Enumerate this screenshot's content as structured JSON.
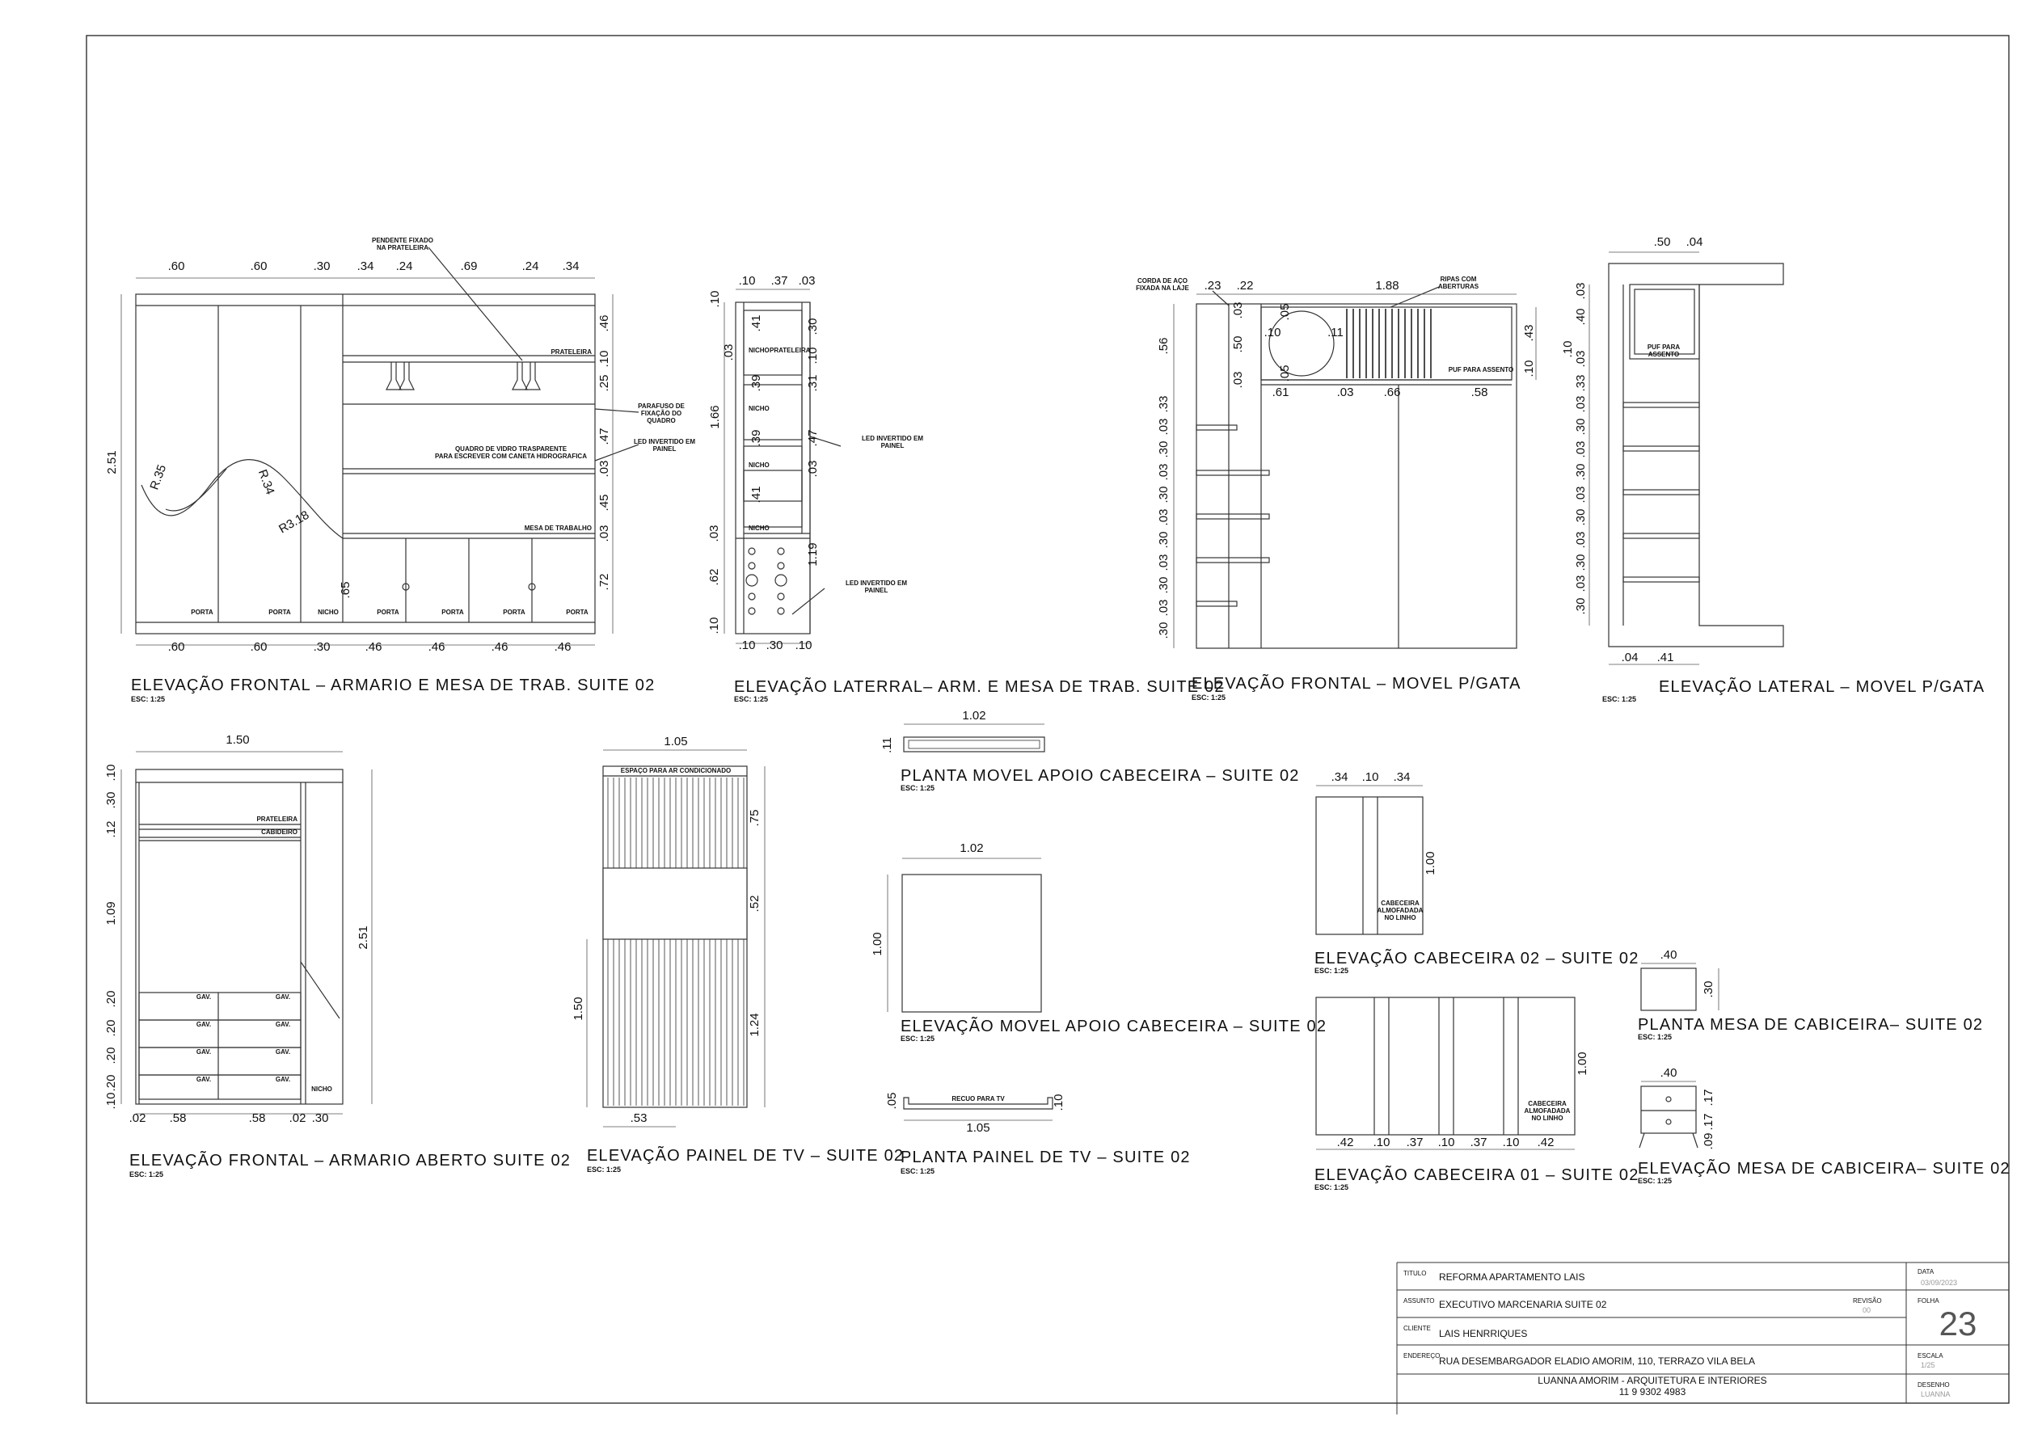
{
  "titles": {
    "front_wardrobe": "ELEVAÇÃO FRONTAL – ARMARIO E MESA DE TRAB. SUITE 02",
    "side_wardrobe": "ELEVAÇÃO LATERRAL– ARM. E MESA DE TRAB. SUITE 02",
    "front_cat": "ELEVAÇÃO FRONTAL – MOVEL P/GATA",
    "side_cat": "ELEVAÇÃO LATERAL – MOVEL P/GATA",
    "open_wardrobe": "ELEVAÇÃO FRONTAL – ARMARIO ABERTO SUITE 02",
    "tv_panel": "ELEVAÇÃO PAINEL DE TV – SUITE 02",
    "plan_support": "PLANTA MOVEL APOIO CABECEIRA – SUITE 02",
    "elev_support": "ELEVAÇÃO MOVEL APOIO CABECEIRA – SUITE 02",
    "plan_tv": "PLANTA PAINEL DE TV – SUITE 02",
    "headboard_02": "ELEVAÇÃO CABECEIRA 02 – SUITE 02",
    "headboard_01": "ELEVAÇÃO CABECEIRA 01 – SUITE 02",
    "plan_night": "PLANTA MESA DE CABICEIRA– SUITE 02",
    "elev_night": "ELEVAÇÃO MESA DE CABICEIRA– SUITE 02"
  },
  "scale": "ESC: 1:25",
  "labels": {
    "pendente": "PENDENTE FIXADO",
    "pendente2": "NA PRATELEIRA",
    "prateleira": "PRATELEIRA",
    "parafuso1": "PARAFUSO DE",
    "parafuso2": "FIXAÇÃO DO",
    "parafuso3": "QUADRO",
    "quadro1": "QUADRO DE VIDRO TRASPARENTE",
    "quadro2": "PARA ESCREVER COM CANETA HIDROGRAFICA",
    "led1": "LED INVERTIDO EM",
    "led2": "PAINEL",
    "mesa": "MESA DE TRABALHO",
    "porta": "PORTA",
    "nicho": "NICHO",
    "corda1": "CORDA DE AÇO",
    "corda2": "FIXADA NA LAJE",
    "ripas1": "RIPAS COM",
    "ripas2": "ABERTURAS",
    "puf": "PUF PARA ASSENTO",
    "puf1": "PUF PARA",
    "puf2": "ASSENTO",
    "cabideiro": "CABIDEIRO",
    "gav": "GAV.",
    "ar": "ESPAÇO PARA AR CONDICIONADO",
    "recuo": "RECUO PARA TV",
    "cab1": "CABECEIRA",
    "cab2": "ALMOFADADA",
    "cab3": "NO LINHO"
  },
  "dims": {
    "d02": ".02",
    "d03": ".03",
    "d04": ".04",
    "d05": ".05",
    "d09": ".09",
    "d10": ".10",
    "d11": ".11",
    "d12": ".12",
    "d17": ".17",
    "d20": ".20",
    "d22": ".22",
    "d23": ".23",
    "d24": ".24",
    "d25": ".25",
    "d30": ".30",
    "d31": ".31",
    "d33": ".33",
    "d34": ".34",
    "d37": ".37",
    "d39": ".39",
    "d40": ".40",
    "d41": ".41",
    "d42": ".42",
    "d43": ".43",
    "d45": ".45",
    "d46": ".46",
    "d47": ".47",
    "d50": ".50",
    "d52": ".52",
    "d53": ".53",
    "d56": ".56",
    "d58": ".58",
    "d60": ".60",
    "d61": ".61",
    "d62": ".62",
    "d65": ".65",
    "d66": ".66",
    "d69": ".69",
    "d72": ".72",
    "d75": ".75",
    "m100": "1.00",
    "m102": "1.02",
    "m105": "1.05",
    "m109": "1.09",
    "m119": "1.19",
    "m124": "1.24",
    "m150": "1.50",
    "m166": "1.66",
    "m188": "1.88",
    "m251": "2.51",
    "r35": "R.35",
    "r34": "R.34",
    "r318": "R3.18",
    "dot10": ".10",
    "dot11": ".11"
  },
  "title_block": {
    "titulo_key": "TITULO",
    "titulo": "REFORMA APARTAMENTO LAIS",
    "assunto_key": "ASSUNTO",
    "assunto": "EXECUTIVO MARCENARIA SUITE 02",
    "revisao_key": "REVISÃO",
    "revisao": "00",
    "cliente_key": "CLIENTE",
    "cliente": "LAIS HENRRIQUES",
    "endereco_key": "ENDEREÇO",
    "endereco": "RUA DESEMBARGADOR ELADIO AMORIM, 110, TERRAZO VILA BELA",
    "office": "LUANNA AMORIM - ARQUITETURA E INTERIORES",
    "phone": "11 9 9302 4983",
    "data_key": "DATA",
    "data": "03/09/2023",
    "folha_key": "FOLHA",
    "folha": "23",
    "escala_key": "ESCALA",
    "escala": "1/25",
    "desenho_key": "DESENHO",
    "desenho": "LUANNA"
  }
}
